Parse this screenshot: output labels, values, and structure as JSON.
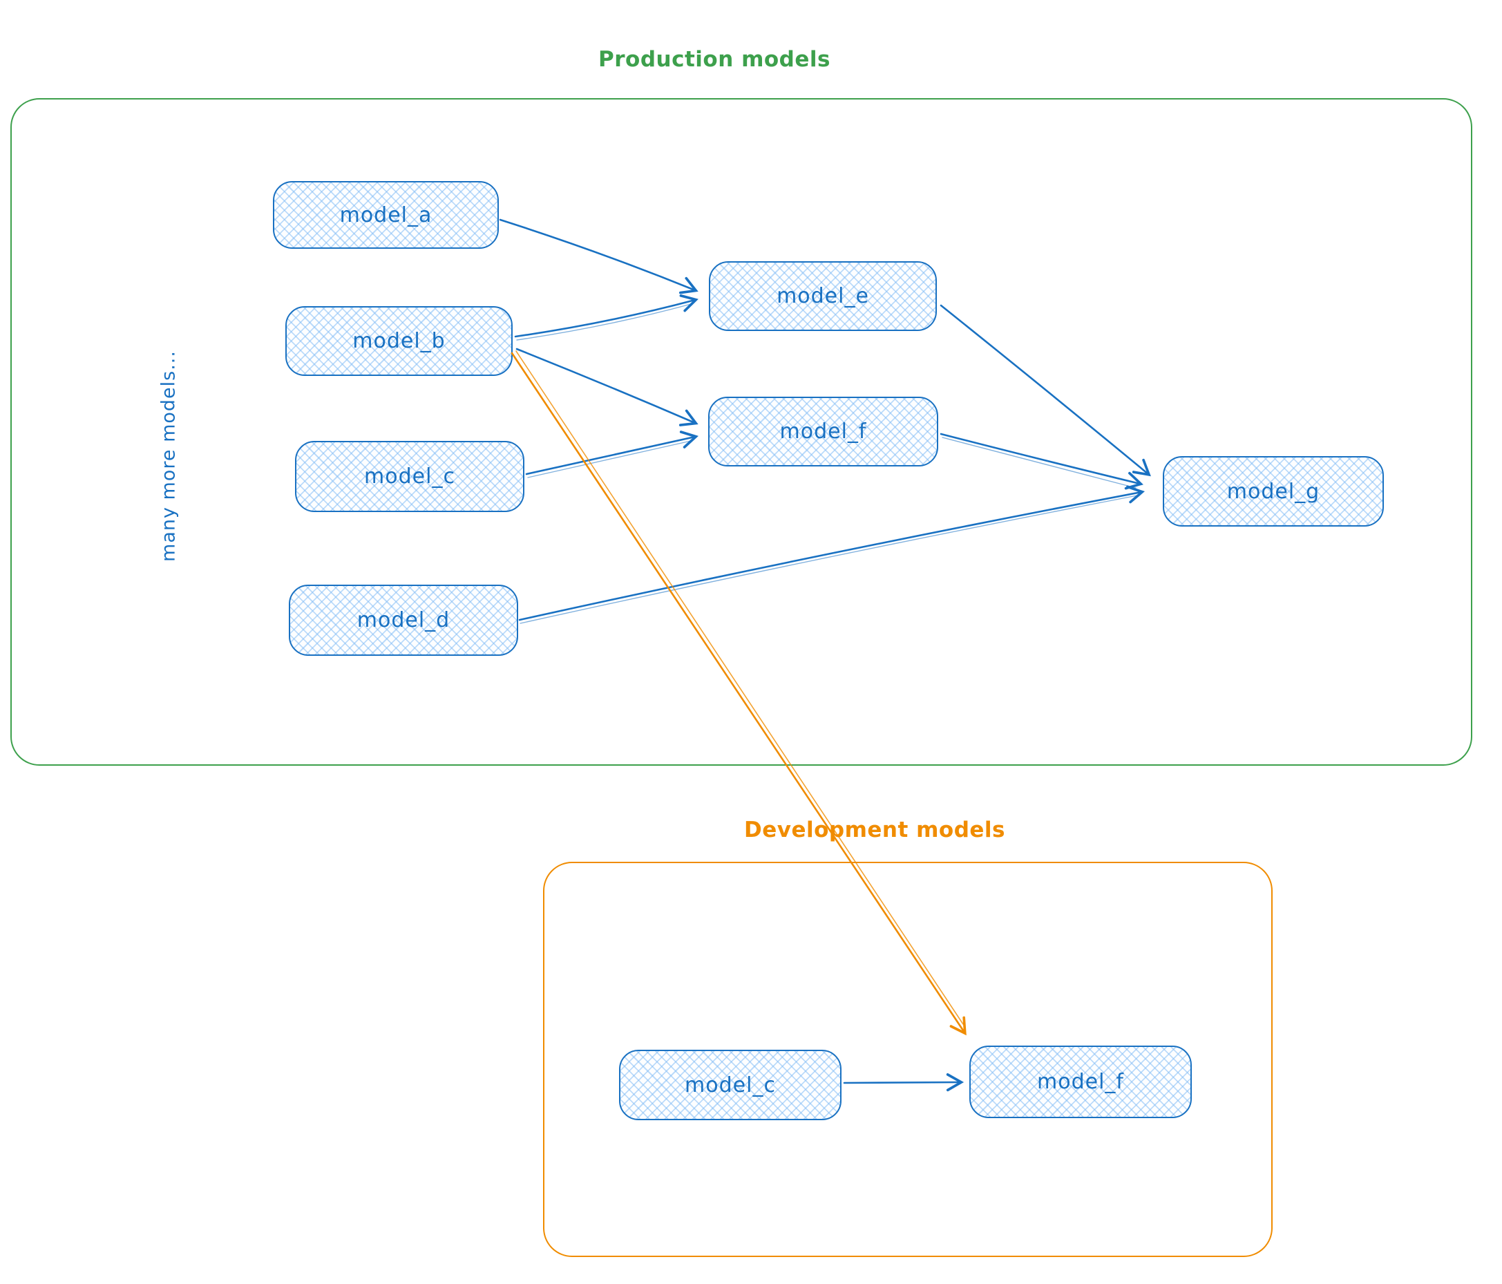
{
  "production": {
    "title": "Production models",
    "side_note": "many more models...",
    "nodes": {
      "a": "model_a",
      "b": "model_b",
      "c": "model_c",
      "d": "model_d",
      "e": "model_e",
      "f": "model_f",
      "g": "model_g"
    }
  },
  "development": {
    "title": "Development models",
    "nodes": {
      "c": "model_c",
      "f": "model_f"
    }
  },
  "edges": [
    {
      "from": "production.model_a",
      "to": "production.model_e",
      "color": "blue"
    },
    {
      "from": "production.model_b",
      "to": "production.model_e",
      "color": "blue"
    },
    {
      "from": "production.model_b",
      "to": "production.model_f",
      "color": "blue"
    },
    {
      "from": "production.model_c",
      "to": "production.model_f",
      "color": "blue"
    },
    {
      "from": "production.model_e",
      "to": "production.model_g",
      "color": "blue"
    },
    {
      "from": "production.model_f",
      "to": "production.model_g",
      "color": "blue"
    },
    {
      "from": "production.model_d",
      "to": "production.model_g",
      "color": "blue"
    },
    {
      "from": "production.model_b",
      "to": "development.model_f",
      "color": "orange"
    },
    {
      "from": "development.model_c",
      "to": "development.model_f",
      "color": "blue"
    }
  ],
  "colors": {
    "node_stroke": "#1971c2",
    "node_fill_hatch": "#a5d8ff",
    "node_text": "#1971c2",
    "production_border": "#3da04c",
    "production_title": "#3da04c",
    "development_border": "#f08c00",
    "development_title": "#f08c00",
    "edge_blue": "#1971c2",
    "edge_orange": "#f08c00"
  }
}
